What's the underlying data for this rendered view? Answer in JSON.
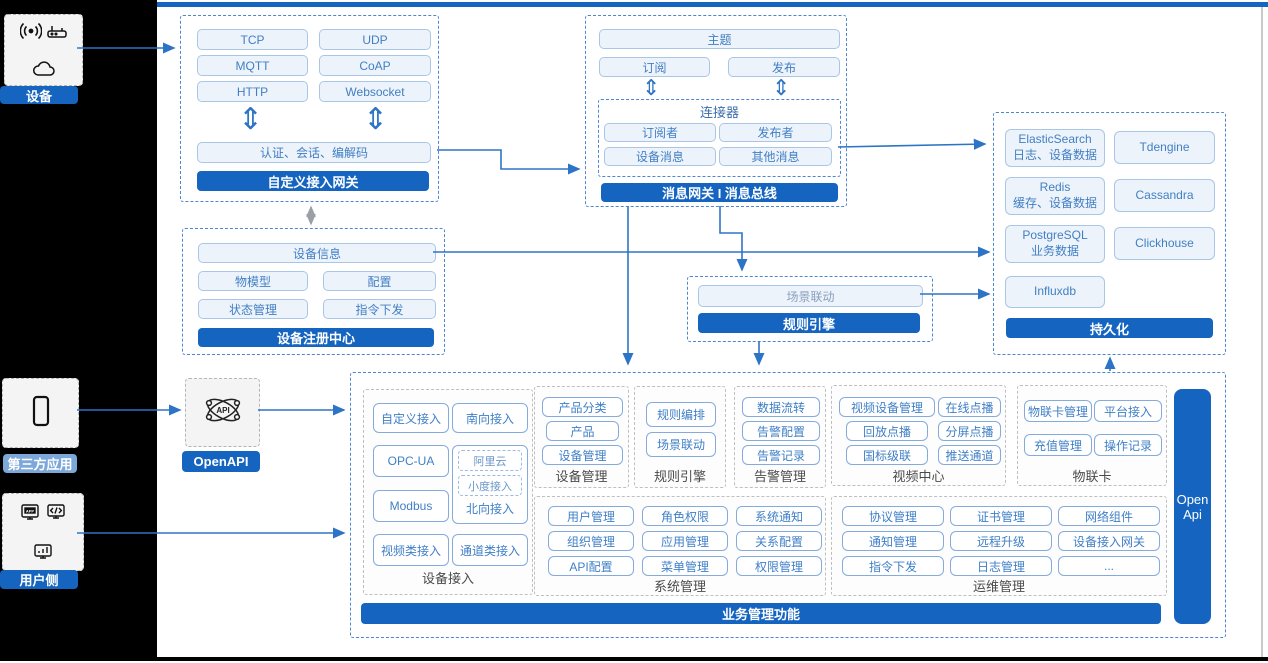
{
  "icons": {
    "double_arrow_glyph": "⇕"
  },
  "colors": {
    "accent": "#1565c0",
    "chip_border": "#aac6e6",
    "chip_text": "#417fc4",
    "arrow": "#2e74c6",
    "light_banner": "#7ba7d9",
    "dashed_blue": "#4d86cf"
  },
  "sources": {
    "device": {
      "label": "设备"
    },
    "thirdparty": {
      "label": "第三方应用"
    },
    "userside": {
      "label": "用户侧"
    }
  },
  "gateway": {
    "protocols": [
      "TCP",
      "UDP",
      "MQTT",
      "CoAP",
      "HTTP",
      "Websocket"
    ],
    "auth": "认证、会话、编解码",
    "title": "自定义接入网关"
  },
  "registry": {
    "items": [
      "设备信息",
      "物模型",
      "配置",
      "状态管理",
      "指令下发"
    ],
    "title": "设备注册中心"
  },
  "msgbus": {
    "topic": "主题",
    "subscribe": "订阅",
    "publish": "发布",
    "connector": {
      "title": "连接器",
      "items": [
        "订阅者",
        "发布者",
        "设备消息",
        "其他消息"
      ]
    },
    "title": "消息网关 I 消息总线"
  },
  "persistence": {
    "dbs": [
      {
        "name": "ElasticSearch",
        "desc": "日志、设备数据"
      },
      {
        "name": "Tdengine",
        "desc": ""
      },
      {
        "name": "Redis",
        "desc": "缓存、设备数据"
      },
      {
        "name": "Cassandra",
        "desc": ""
      },
      {
        "name": "PostgreSQL",
        "desc": "业务数据"
      },
      {
        "name": "Clickhouse",
        "desc": ""
      },
      {
        "name": "Influxdb",
        "desc": ""
      }
    ],
    "title": "持久化"
  },
  "ruleengine": {
    "item": "场景联动",
    "title": "规则引擎"
  },
  "openapi": {
    "label": "OpenAPI"
  },
  "bigbox": {
    "access": {
      "label": "设备接入",
      "items": [
        "自定义接入",
        "南向接入",
        "OPC-UA",
        "Modbus",
        "视频类接入",
        "通道类接入"
      ],
      "north_label": "北向接入",
      "north_items": [
        "阿里云",
        "小度接入"
      ]
    },
    "devicemgmt": {
      "label": "设备管理",
      "items": [
        "产品分类",
        "产品",
        "设备管理"
      ]
    },
    "rules": {
      "label": "规则引擎",
      "items": [
        "规则编排",
        "场景联动"
      ]
    },
    "alarm": {
      "label": "告警管理",
      "items": [
        "数据流转",
        "告警配置",
        "告警记录"
      ]
    },
    "video": {
      "label": "视频中心",
      "items": [
        "视频设备管理",
        "在线点播",
        "回放点播",
        "分屏点播",
        "国标级联",
        "推送通道"
      ]
    },
    "iotcard": {
      "label": "物联卡",
      "items": [
        "物联卡管理",
        "平台接入",
        "充值管理",
        "操作记录"
      ]
    },
    "system": {
      "label": "系统管理",
      "items": [
        "用户管理",
        "角色权限",
        "系统通知",
        "组织管理",
        "应用管理",
        "关系配置",
        "API配置",
        "菜单管理",
        "权限管理"
      ]
    },
    "ops": {
      "label": "运维管理",
      "items": [
        "协议管理",
        "证书管理",
        "网络组件",
        "通知管理",
        "远程升级",
        "设备接入网关",
        "指令下发",
        "日志管理",
        "..."
      ]
    },
    "openapi_bar": "Open\nApi",
    "footer": "业务管理功能"
  }
}
